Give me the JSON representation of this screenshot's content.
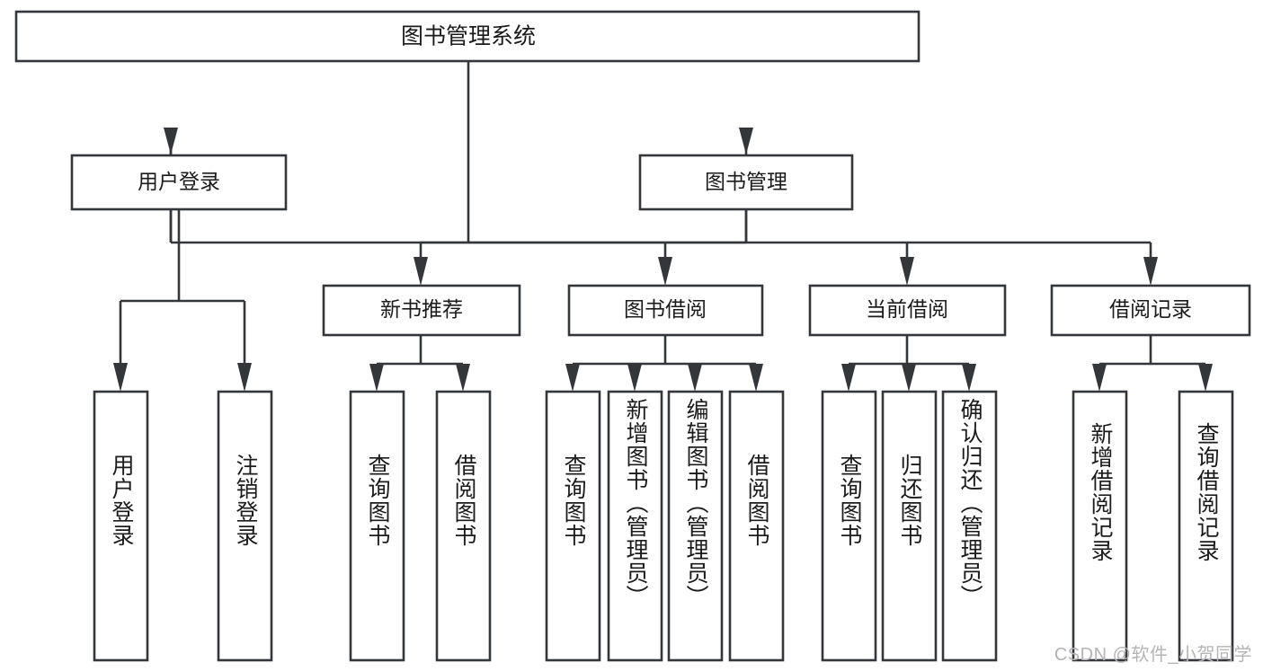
{
  "diagram": {
    "title": "图书管理系统",
    "type": "tree",
    "watermark": "CSDN @软件_小贺同学",
    "levels": {
      "root": {
        "label": "图书管理系统"
      },
      "level2": [
        {
          "id": "user-login",
          "label": "用户登录"
        },
        {
          "id": "book-management",
          "label": "图书管理"
        }
      ],
      "level3": [
        {
          "id": "new-book-recommend",
          "label": "新书推荐",
          "parent": "book-management"
        },
        {
          "id": "book-borrow",
          "label": "图书借阅",
          "parent": "book-management"
        },
        {
          "id": "current-borrow",
          "label": "当前借阅",
          "parent": "book-management"
        },
        {
          "id": "borrow-record",
          "label": "借阅记录",
          "parent": "book-management"
        }
      ],
      "leaves": [
        {
          "id": "leaf-user-login",
          "label": "用户登录",
          "parent": "user-login"
        },
        {
          "id": "leaf-logout-login",
          "label": "注销登录",
          "parent": "user-login"
        },
        {
          "id": "leaf-query-book-1",
          "label": "查询图书",
          "parent": "new-book-recommend"
        },
        {
          "id": "leaf-borrow-book-1",
          "label": "借阅图书",
          "parent": "new-book-recommend"
        },
        {
          "id": "leaf-query-book-2",
          "label": "查询图书",
          "parent": "book-borrow"
        },
        {
          "id": "leaf-add-book-admin",
          "label": "新增图书（管理员）",
          "parent": "book-borrow"
        },
        {
          "id": "leaf-edit-book-admin",
          "label": "编辑图书（管理员）",
          "parent": "book-borrow"
        },
        {
          "id": "leaf-borrow-book-2",
          "label": "借阅图书",
          "parent": "book-borrow"
        },
        {
          "id": "leaf-query-book-3",
          "label": "查询图书",
          "parent": "current-borrow"
        },
        {
          "id": "leaf-return-book",
          "label": "归还图书",
          "parent": "current-borrow"
        },
        {
          "id": "leaf-confirm-return-admin",
          "label": "确认归还（管理员）",
          "parent": "current-borrow"
        },
        {
          "id": "leaf-add-borrow-record",
          "label": "新增借阅记录",
          "parent": "borrow-record"
        },
        {
          "id": "leaf-query-borrow-record",
          "label": "查询借阅记录",
          "parent": "borrow-record"
        }
      ]
    },
    "colors": {
      "stroke": "#33363b",
      "fill": "#ffffff",
      "text": "#1b1b1b",
      "watermark": "#b4b4b4"
    }
  }
}
